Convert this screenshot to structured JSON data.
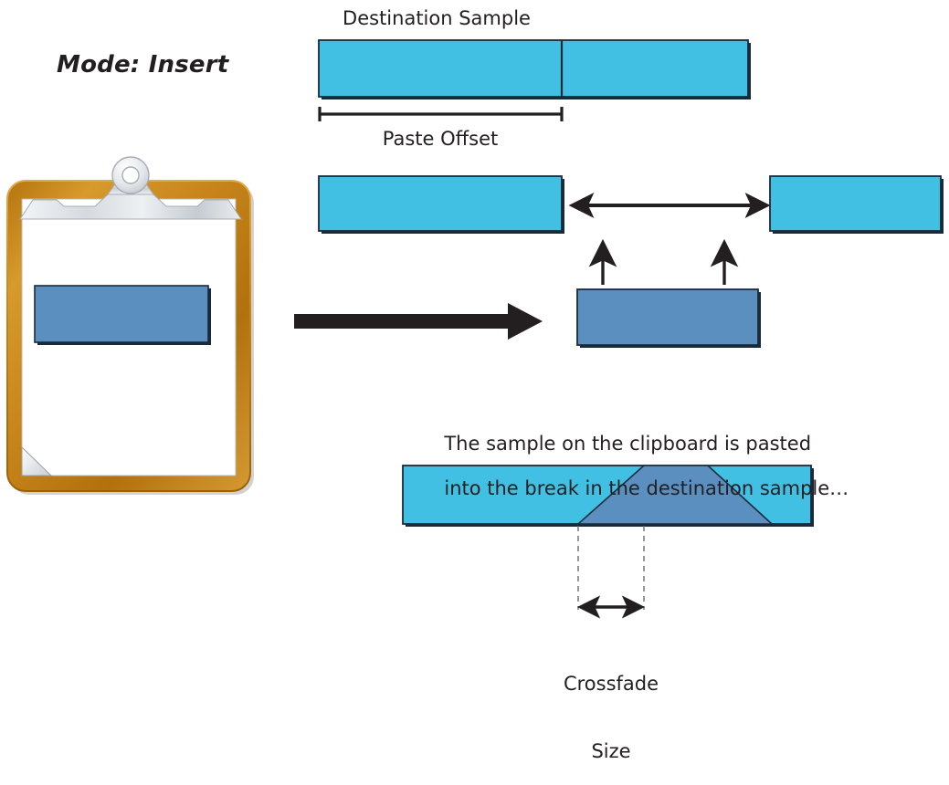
{
  "diagram": {
    "mode_label": "Mode: Insert",
    "destination_sample_label": "Destination Sample",
    "paste_offset_label": "Paste Offset",
    "description_line_1": "The sample on the clipboard is pasted",
    "description_line_2": "into the break in the destination sample…",
    "crossfade_label_line_1": "Crossfade",
    "crossfade_label_line_2": "Size"
  },
  "colors": {
    "destination_sample": "#41c0e4",
    "clipboard_sample": "#5b8fc0",
    "crossfade_overlap": "#5b8fc0",
    "outline": "#1b2a3a",
    "arrow": "#231f20",
    "clipboard_board": "#c8851b",
    "clipboard_paper": "#ffffff",
    "clip_metal": "#d9dde1",
    "text": "#231f20",
    "background": "#ffffff"
  }
}
